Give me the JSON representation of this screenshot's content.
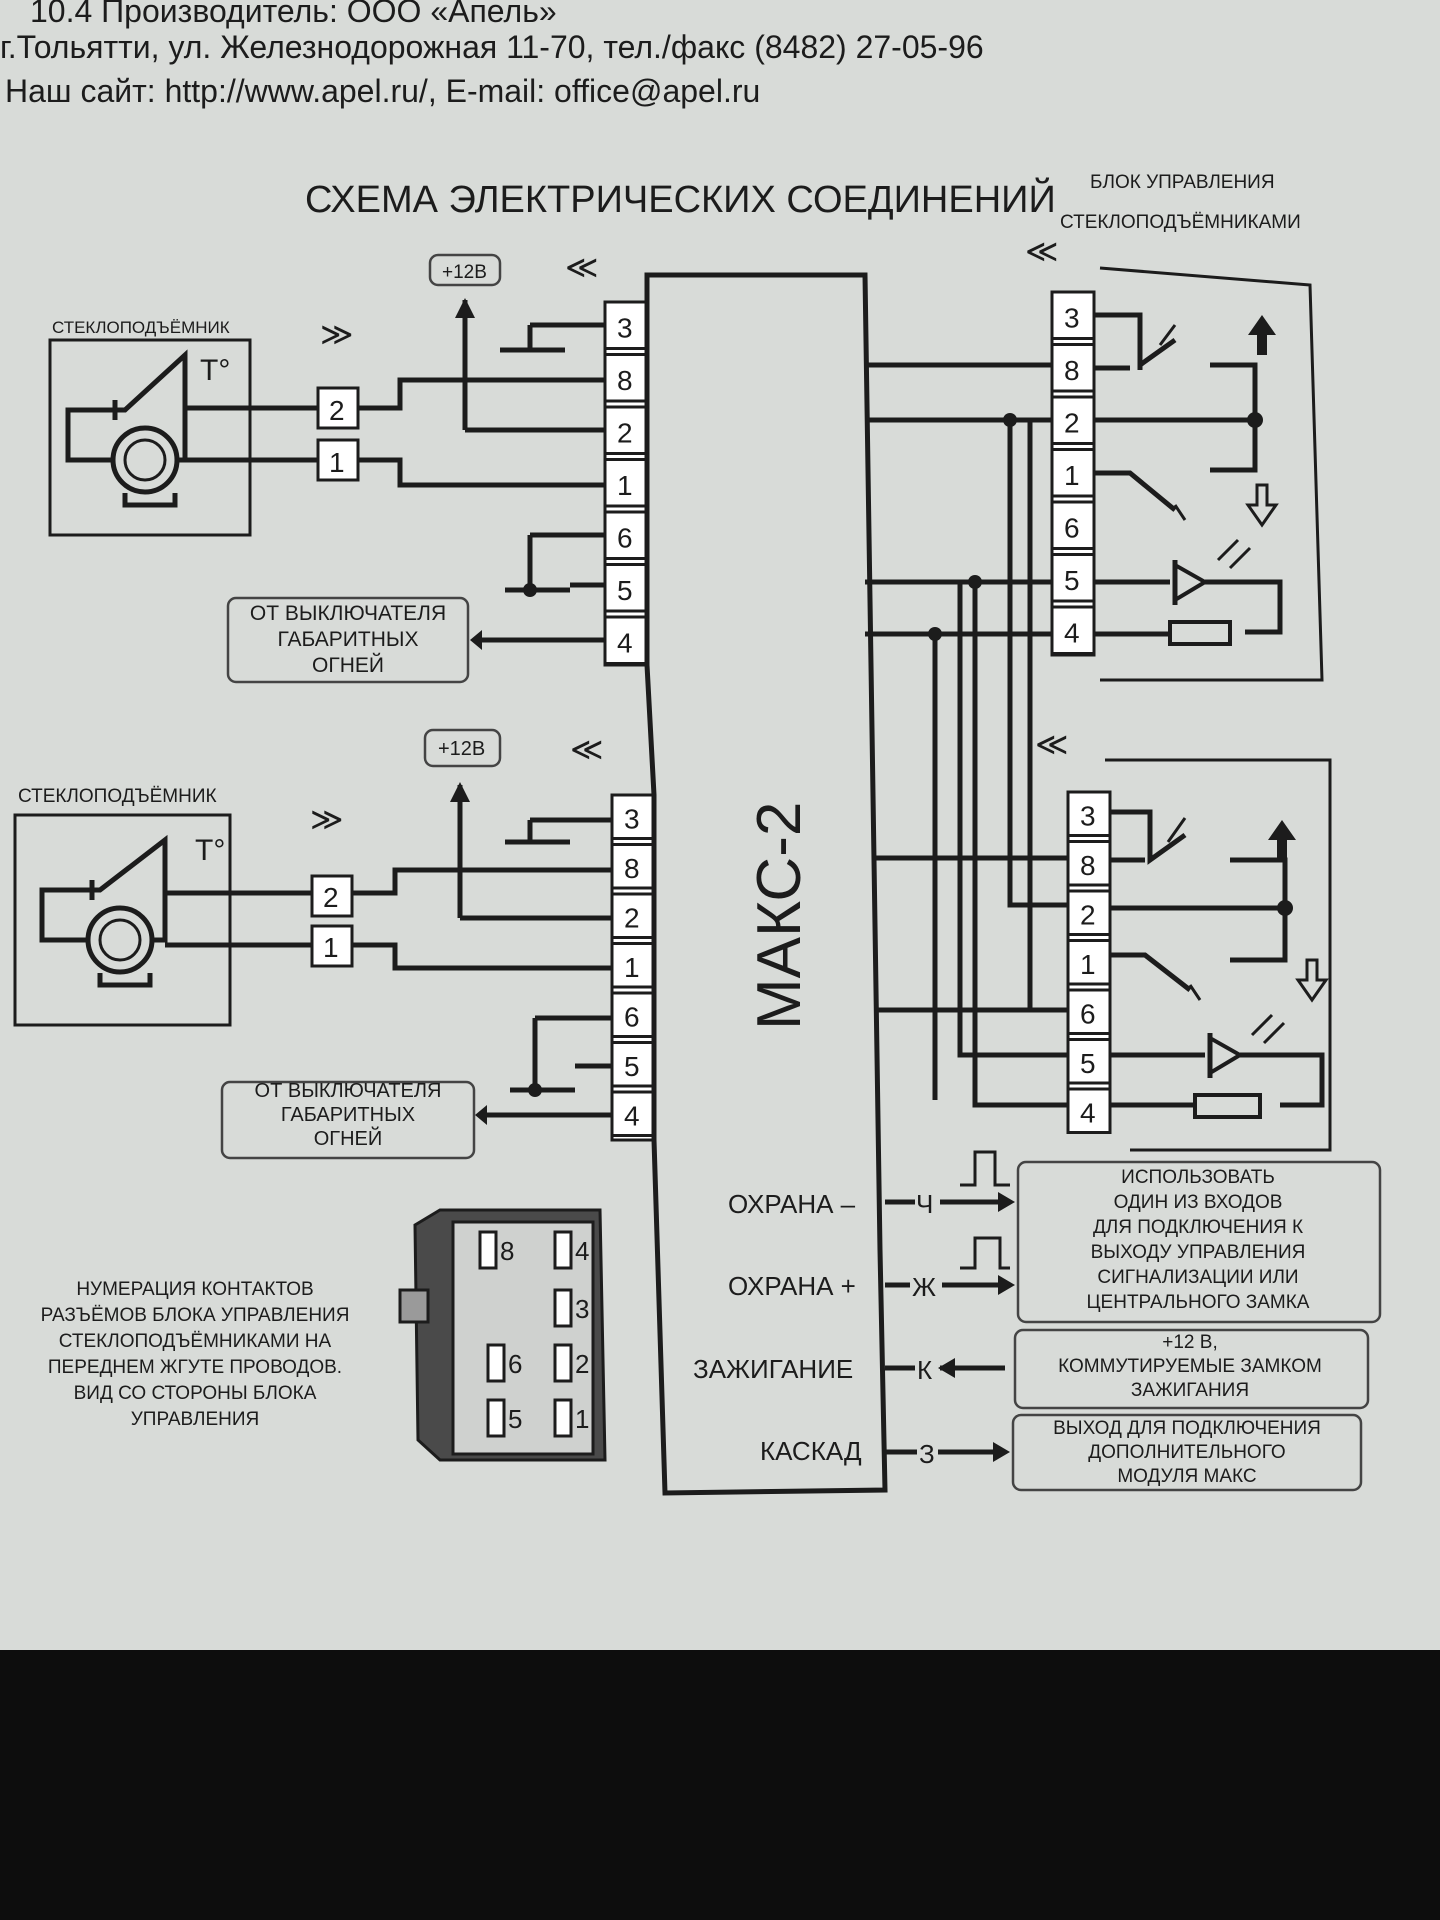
{
  "header": {
    "line1": "10.4  Производитель: ООО «Апель»",
    "line2": "г.Тольятти, ул. Железнодорожная 11-70, тел./факс (8482) 27-05-96",
    "line3": "Наш сайт: http://www.apel.ru/, E-mail: office@apel.ru"
  },
  "title": "СХЕМА ЭЛЕКТРИЧЕСКИХ СОЕДИНЕНИЙ",
  "control_block": {
    "line1": "БЛОК УПРАВЛЕНИЯ",
    "line2": "СТЕКЛОПОДЪЁМНИКАМИ"
  },
  "motor_label": "СТЕКЛОПОДЪЁМНИК",
  "temp_label": "T°",
  "plus12": "+12В",
  "marker_in": "≫",
  "marker_out": "≪",
  "lights_note": [
    "ОТ ВЫКЛЮЧАТЕЛЯ",
    "ГАБАРИТНЫХ",
    "ОГНЕЙ"
  ],
  "pins": [
    "3",
    "8",
    "2",
    "1",
    "6",
    "5",
    "4"
  ],
  "motor_pins": [
    "2",
    "1"
  ],
  "module_name": "МАКС-2",
  "outputs": [
    {
      "label": "ОХРАНА –",
      "letter": "Ч"
    },
    {
      "label": "ОХРАНА +",
      "letter": "Ж"
    },
    {
      "label": "ЗАЖИГАНИЕ",
      "letter": "К"
    },
    {
      "label": "КАСКАД",
      "letter": "З"
    }
  ],
  "notes": {
    "security": [
      "ИСПОЛЬЗОВАТЬ",
      "ОДИН ИЗ ВХОДОВ",
      "ДЛЯ ПОДКЛЮЧЕНИЯ К",
      "ВЫХОДУ УПРАВЛЕНИЯ",
      "СИГНАЛИЗАЦИИ ИЛИ",
      "ЦЕНТРАЛЬНОГО ЗАМКА"
    ],
    "ignition": [
      "+12 В,",
      "КОММУТИРУЕМЫЕ ЗАМКОМ",
      "ЗАЖИГАНИЯ"
    ],
    "cascade": [
      "ВЫХОД ДЛЯ ПОДКЛЮЧЕНИЯ",
      "ДОПОЛНИТЕЛЬНОГО",
      "МОДУЛЯ МАКС"
    ]
  },
  "connector_caption": [
    "НУМЕРАЦИЯ КОНТАКТОВ",
    "РАЗЪЁМОВ БЛОКА УПРАВЛЕНИЯ",
    "СТЕКЛОПОДЪЁМНИКАМИ НА",
    "ПЕРЕДНЕМ ЖГУТЕ ПРОВОДОВ.",
    "ВИД СО СТОРОНЫ БЛОКА",
    "УПРАВЛЕНИЯ"
  ],
  "connector_pins": [
    "8",
    "4",
    "3",
    "6",
    "2",
    "5",
    "1"
  ],
  "icons": {
    "up": "up-arrow-icon",
    "down": "down-arrow-icon",
    "led": "led-icon",
    "motor": "motor-icon"
  }
}
